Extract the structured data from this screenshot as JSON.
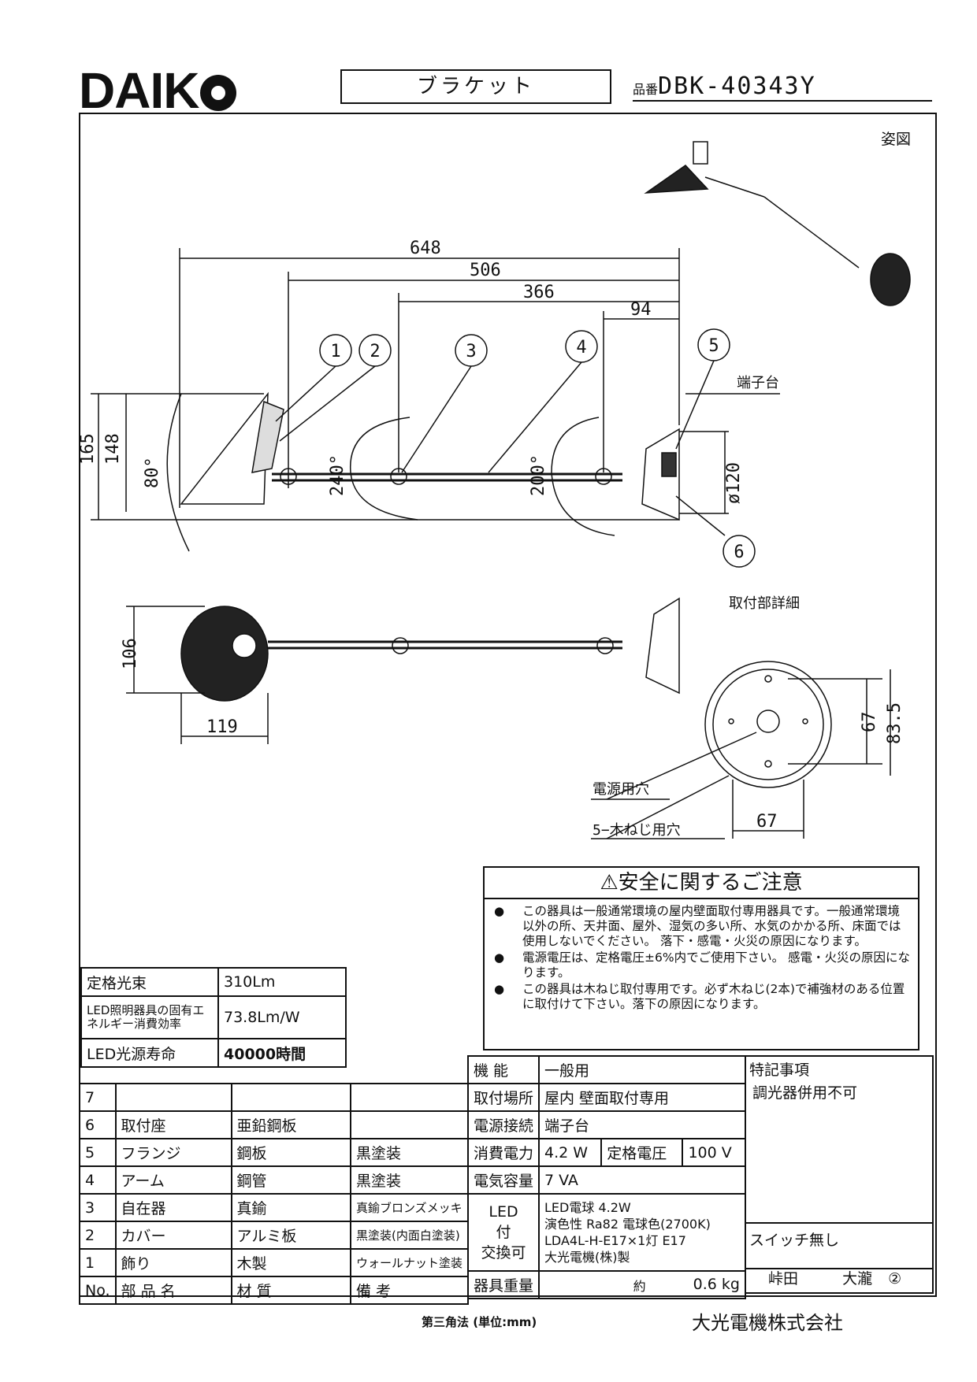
{
  "header": {
    "logo": "DAIK",
    "product_type": "ブラケット",
    "part_no_prefix": "品番",
    "part_no": "DBK-40343Y"
  },
  "drawing": {
    "view_label": "姿図",
    "dims": {
      "d648": "648",
      "d506": "506",
      "d366": "366",
      "d94": "94",
      "d165": "165",
      "d148": "148",
      "d80deg": "80°",
      "d240deg": "240°",
      "d200deg": "200°",
      "d120": "ø120",
      "d106": "106",
      "d119": "119",
      "d67a": "67",
      "d835": "83.5",
      "d67b": "67"
    },
    "callouts": [
      "1",
      "2",
      "3",
      "4",
      "5",
      "6"
    ],
    "terminal_label": "端子台",
    "detail_label": "取付部詳細",
    "power_hole": "電源用穴",
    "screw_hole": "5−木ねじ用穴"
  },
  "safety": {
    "title": "安全に関するご注意",
    "items": [
      "この器具は一般通常環境の屋内壁面取付専用器具です。一般通常環境以外の所、天井面、屋外、湿気の多い所、水気のかかる所、床面では使用しないでください。 落下・感電・火災の原因になります。",
      "電源電圧は、定格電圧±6%内でご使用下さい。 感電・火災の原因になります。",
      "この器具は木ねじ取付専用です。必ず木ねじ(2本)で補強材のある位置に取付けて下さい。落下の原因になります。"
    ]
  },
  "spec": {
    "rows": [
      {
        "k": "定格光束",
        "v": "310Lm"
      },
      {
        "k": "LED照明器具の固有エネルギー消費効率",
        "v": "73.8Lm/W"
      },
      {
        "k": "LED光源寿命",
        "v": "40000時間"
      }
    ]
  },
  "parts": {
    "rows": [
      {
        "no": "7",
        "name": "",
        "material": "",
        "note": ""
      },
      {
        "no": "6",
        "name": "取付座",
        "material": "亜鉛鋼板",
        "note": ""
      },
      {
        "no": "5",
        "name": "フランジ",
        "material": "鋼板",
        "note": "黒塗装"
      },
      {
        "no": "4",
        "name": "アーム",
        "material": "鋼管",
        "note": "黒塗装"
      },
      {
        "no": "3",
        "name": "自在器",
        "material": "真鍮",
        "note": "真鍮ブロンズメッキ"
      },
      {
        "no": "2",
        "name": "カバー",
        "material": "アルミ板",
        "note": "黒塗装(内面白塗装)"
      },
      {
        "no": "1",
        "name": "飾り",
        "material": "木製",
        "note": "ウォールナット塗装"
      }
    ],
    "header": {
      "no": "No.",
      "name": "部 品 名",
      "material": "材 質",
      "note": "備 考"
    }
  },
  "props": {
    "function_k": "機 能",
    "function_v": "一般用",
    "mount_k": "取付場所",
    "mount_v": "屋内 壁面取付専用",
    "conn_k": "電源接続",
    "conn_v": "端子台",
    "power_k": "消費電力",
    "power_v": "4.2 W",
    "rated_k": "定格電圧",
    "rated_v": "100 V",
    "cap_k": "電気容量",
    "cap_v": "7 VA",
    "led_k1": "LED",
    "led_k2": "付",
    "led_k3": "交換可",
    "led_v1": "LED電球 4.2W",
    "led_v2": "演色性 Ra82 電球色(2700K)",
    "led_v3": "LDA4L-H-E17×1灯 E17",
    "led_v4": "大光電機(株)製",
    "weight_k": "器具重量",
    "weight_approx": "約",
    "weight_v": "0.6 kg"
  },
  "notes": {
    "title": "特記事項",
    "dimmer": "調光器併用不可",
    "switch": "スイッチ無し"
  },
  "signoff": {
    "a": "峠田",
    "b": "大瀧",
    "rev": "②"
  },
  "footer": {
    "method": "第三角法 (単位:mm)",
    "company": "大光電機株式会社"
  }
}
